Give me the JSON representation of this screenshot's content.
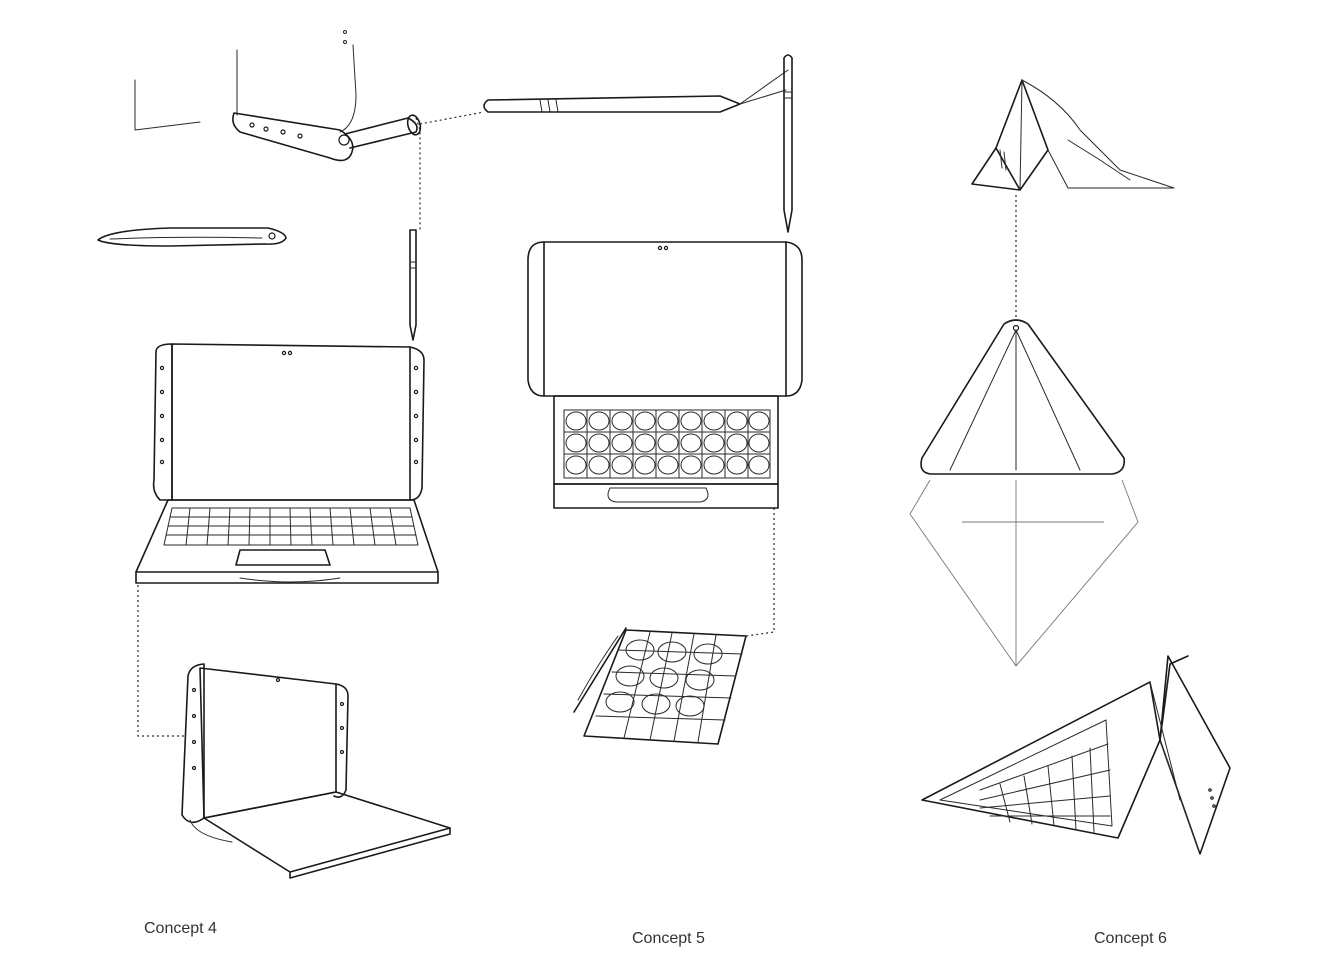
{
  "captions": {
    "concept_4": "Concept 4",
    "concept_5": "Concept 5",
    "concept_6": "Concept 6"
  },
  "colors": {
    "background": "#ffffff",
    "ink": "#1a1a1a",
    "caption": "#333333"
  }
}
